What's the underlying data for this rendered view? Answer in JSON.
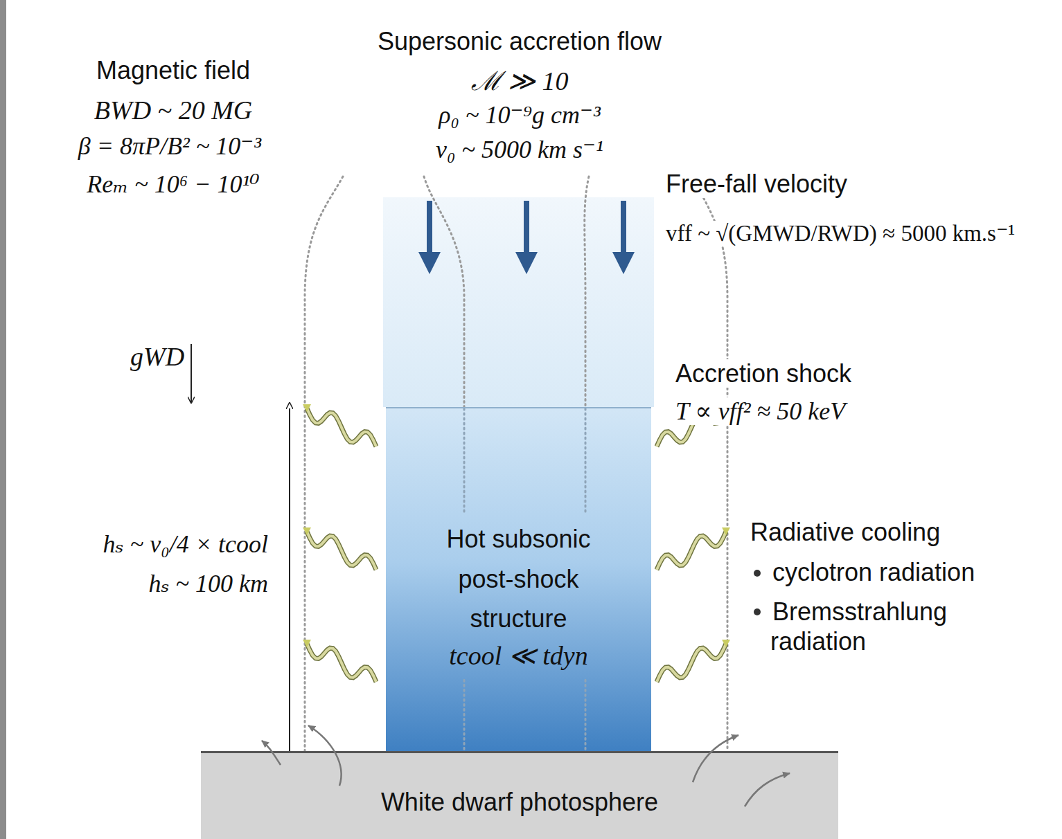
{
  "diagram": {
    "nodes": [
      {
        "text": [
          "Hot subsonic post-shock structure",
          "tcool ≪ tdyn"
        ]
      },
      {
        "text": [
          "White dwarf photosphere"
        ]
      }
    ],
    "labels": [
      "Supersonic accretion flow",
      "ℳ ≫ 10",
      "ρ₀ ~ 10⁻⁹g cm⁻³",
      "v₀ ~ 5000 km s⁻¹",
      "Magnetic field",
      "BWD ~ 20 MG",
      "β = 8πP/B² ~ 10⁻³",
      "Reₘ ~ 10⁶ − 10¹⁰",
      "Free-fall velocity",
      "vff ~ √(GMWD/RWD) ≈ 5000 km.s⁻¹",
      "gWD",
      "Accretion shock",
      "T ∝ vff² ≈ 50 keV",
      "hₛ ~ v₀/4 × tcool",
      "hₛ ~ 100 km",
      "Radiative cooling",
      "cyclotron radiation",
      "Bremsstrahlung radiation"
    ]
  }
}
